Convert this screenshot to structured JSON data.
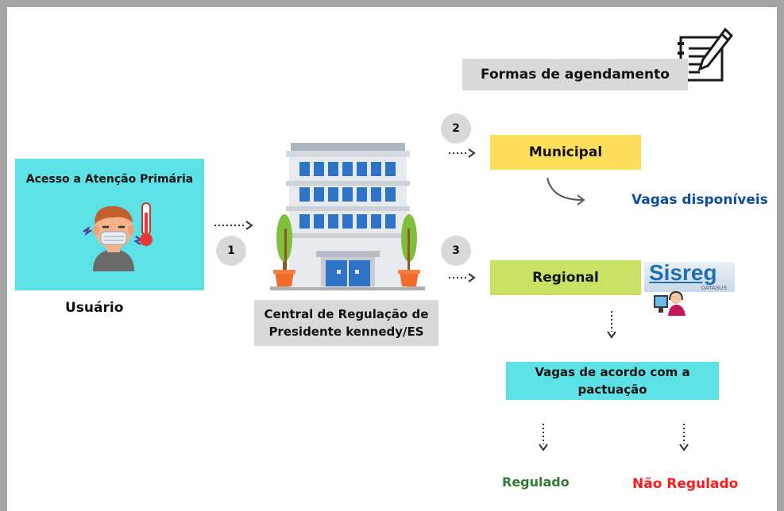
{
  "title": "Formas de agendamento",
  "patient_box": {
    "label": "Acesso a Atenção Primária",
    "color": "#5ce1e6",
    "illustration_icon": "sick-patient-with-mask-and-thermometer-icon"
  },
  "user_label": "Usuário",
  "central": {
    "line1": "Central de Regulação de",
    "line2": "Presidente kennedy/ES",
    "illustration_icon": "building-icon"
  },
  "steps": [
    "1",
    "2",
    "3"
  ],
  "municipal": {
    "label": "Municipal",
    "color": "#ffde59"
  },
  "vagas_disponiveis": {
    "label": "Vagas disponíveis",
    "color": "#0b4da2"
  },
  "regional": {
    "label": "Regional",
    "color": "#c9e265"
  },
  "sisreg_logo": {
    "text": "Sisreg",
    "subtext": "DATASUS",
    "icon": "sisreg-logo-icon"
  },
  "pactuacao": {
    "line1": "Vagas de acordo com a",
    "line2": "pactuação",
    "color": "#5ce1e6"
  },
  "regulado": {
    "label": "Regulado",
    "color": "#2e7d32"
  },
  "nao_regulado": {
    "label": "Não Regulado",
    "color": "#ff1a1a"
  },
  "gray_box_color": "#d9d9d9",
  "notepad_icon": "notepad-pen-icon"
}
